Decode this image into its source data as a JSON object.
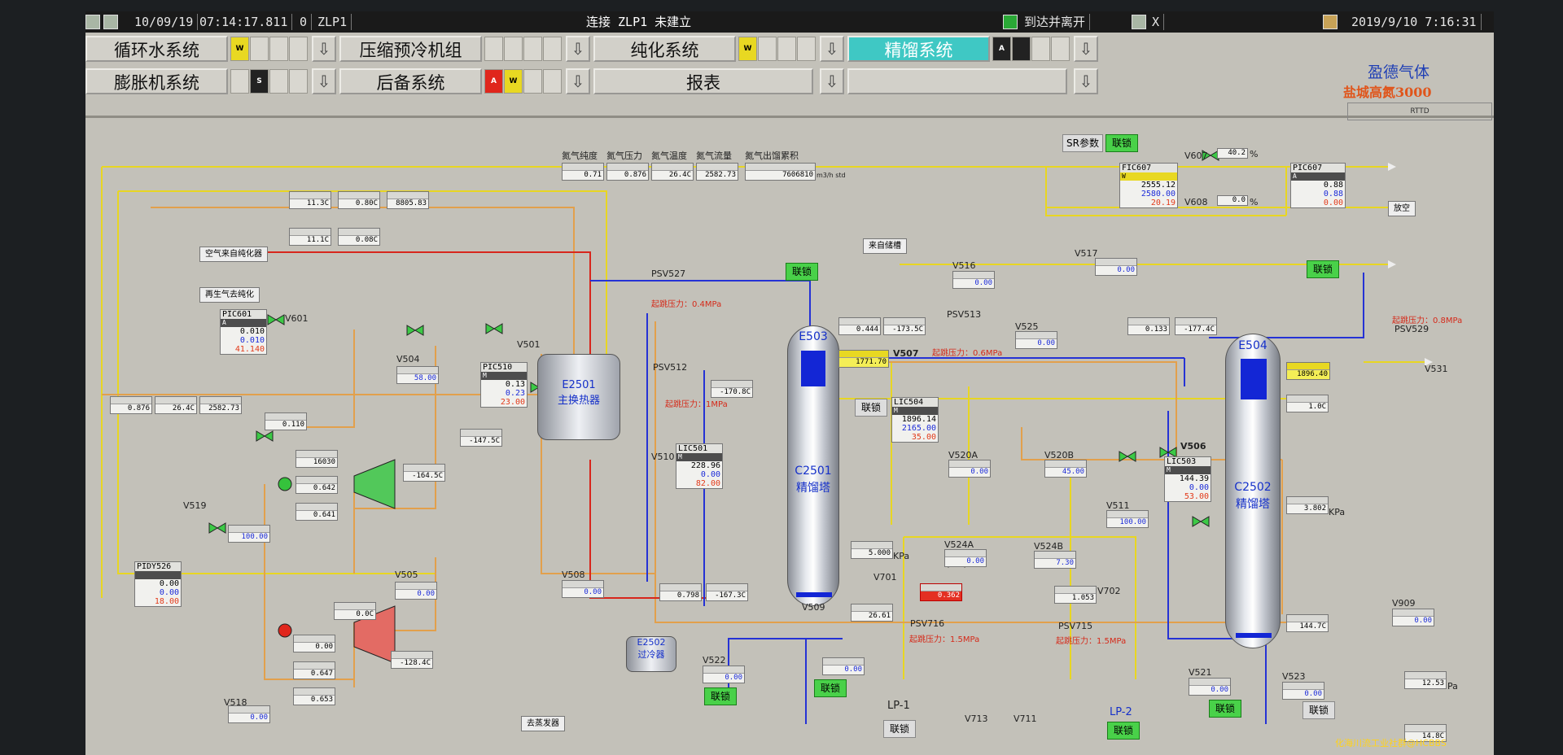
{
  "topbar": {
    "date": "10/09/19",
    "time": "07:14:17.811",
    "zero": "0",
    "node": "ZLP1",
    "status": "连接 ZLP1 未建立",
    "arrive_leave": "到达并离开",
    "x_label": "X",
    "datetime_right": "2019/9/10 7:16:31"
  },
  "menu": {
    "btn1": "循环水系统",
    "btn2": "压缩预冷机组",
    "btn3": "纯化系统",
    "btn4": "精馏系统",
    "btn5": "膨胀机系统",
    "btn6": "后备系统",
    "btn7": "报表",
    "ind_w": "W",
    "ind_a": "A",
    "ind_s": "S",
    "arrow": "⇩"
  },
  "brand": {
    "name": "盈德气体",
    "plant": "盐城高氮3000",
    "code": "RTTD"
  },
  "header_labels": {
    "h1": "氮气纯度",
    "h2": "氮气压力",
    "h3": "氮气温度",
    "h4": "氮气流量",
    "h5": "氮气出馏累积"
  },
  "header_values": {
    "v1": "0.71",
    "v2": "0.876",
    "v3": "26.4C",
    "v4": "2582.73",
    "v5": "7606810",
    "u5": "m3/h std"
  },
  "tags": {
    "t1": "11.3C",
    "t2": "0.80C",
    "t3": "8805.83",
    "t4": "11.1C",
    "t5": "0.08C",
    "t6": "0.876",
    "t7": "26.4C",
    "t8": "2582.73",
    "t9": "0.110",
    "t10": "16030",
    "t11": "0.642",
    "t12": "0.641",
    "t13": "-164.5C",
    "t14": "58.00",
    "t15": "-147.5C",
    "t16": "100.00",
    "t17": "0.00",
    "t18": "0.0C",
    "t19": "0.00",
    "t20": "0.647",
    "t21": "0.653",
    "t22": "-128.4C",
    "t23": "0.00",
    "t24": "0.00",
    "t25": "0.444",
    "t26": "-173.5C",
    "t27": "-170.8C",
    "t28": "0.00",
    "t29": "0.00",
    "t30": "0.00",
    "t31": "45.00",
    "t32": "0.133",
    "t33": "-177.4C",
    "t34": "1896.40",
    "t35": "1.0C",
    "t36": "3.802",
    "t37": "100.00",
    "t38": "7.30",
    "t39": "5.000",
    "t40": "0.798",
    "t41": "-167.3C",
    "t42": "26.61",
    "t43": "0.362",
    "t44": "1.053",
    "t45": "144.7C",
    "t46": "0.00",
    "t47": "0.00",
    "t48": "0.00",
    "t49": "12.53",
    "t50": "14.8C",
    "t51": "0.00",
    "t52": "0.00",
    "t53": "0.00",
    "t54": "0.00",
    "t55": "1771.70"
  },
  "controllers": {
    "pic601": {
      "name": "PIC601",
      "mode": "A",
      "pv": "0.010",
      "sp": "0.010",
      "op": "41.140"
    },
    "pic510": {
      "name": "PIC510",
      "mode": "M",
      "pv": "0.13",
      "sp": "0.23",
      "op": "23.00"
    },
    "lic501": {
      "name": "LIC501",
      "mode": "M",
      "pv": "228.96",
      "sp": "0.00",
      "op": "82.00"
    },
    "lic504": {
      "name": "LIC504",
      "mode": "M",
      "pv": "1896.14",
      "sp": "2165.00",
      "op": "35.00"
    },
    "lic503": {
      "name": "LIC503",
      "mode": "M",
      "pv": "144.39",
      "sp": "0.00",
      "op": "53.00"
    },
    "fic607": {
      "name": "FIC607",
      "mode": "W",
      "pv": "2555.12",
      "sp": "2580.00",
      "op": "20.19"
    },
    "pic607": {
      "name": "PIC607",
      "mode": "A",
      "pv": "0.88",
      "sp": "0.88",
      "op": "0.00"
    },
    "pidy526": {
      "name": "PIDY526",
      "mode": "",
      "pv": "0.00",
      "sp": "0.00",
      "op": "18.00"
    }
  },
  "labels": {
    "air_in": "空气来自纯化器",
    "regen": "再生气去纯化",
    "from_stor": "来自储槽",
    "vent": "放空",
    "to_evap": "去蒸发器",
    "v601": "V601",
    "v501": "V501",
    "v504": "V504",
    "v505": "V505",
    "v508": "V508",
    "v510": "V510",
    "v507": "V507",
    "v506": "V506",
    "v519": "V519",
    "v518": "V518",
    "v522": "V522",
    "v509": "V509",
    "v520a": "V520A",
    "v520b": "V520B",
    "v511": "V511",
    "v521": "V521",
    "v523": "V523",
    "v524a": "V524A",
    "v524b": "V524B",
    "v525": "V525",
    "v516": "V516",
    "v517": "V517",
    "v701": "V701",
    "v702": "V702",
    "v713": "V713",
    "v711": "V711",
    "v531": "V531",
    "v607": "V607",
    "v608": "V608",
    "v909": "V909",
    "psv527": "PSV527",
    "psv512": "PSV512",
    "psv513": "PSV513",
    "psv529": "PSV529",
    "psv716": "PSV716",
    "psv715": "PSV715",
    "p04": "起跳压力：0.4MPa",
    "p1": "起跳压力：1MPa",
    "p06": "起跳压力：0.6MPa",
    "p08": "起跳压力：0.8MPa",
    "p15a": "起跳压力：1.5MPa",
    "p15b": "起跳压力：1.5MPa",
    "e2501": "E2501",
    "e2501b": "主换热器",
    "e2502": "E2502",
    "e2502b": "过冷器",
    "e503": "E503",
    "e504": "E504",
    "c2501": "C2501",
    "c2501b": "精馏塔",
    "c2502": "C2502",
    "c2502b": "精馏塔",
    "lp1": "LP-1",
    "lp2": "LP-2",
    "sr": "SR参数",
    "v607_val": "40.2",
    "v608_val": "0.0",
    "pct": "%",
    "kpa": "KPa",
    "pa": "Pa"
  },
  "buttons": {
    "link": "联锁"
  },
  "footer": "化海川流工业社群@HCBBS"
}
